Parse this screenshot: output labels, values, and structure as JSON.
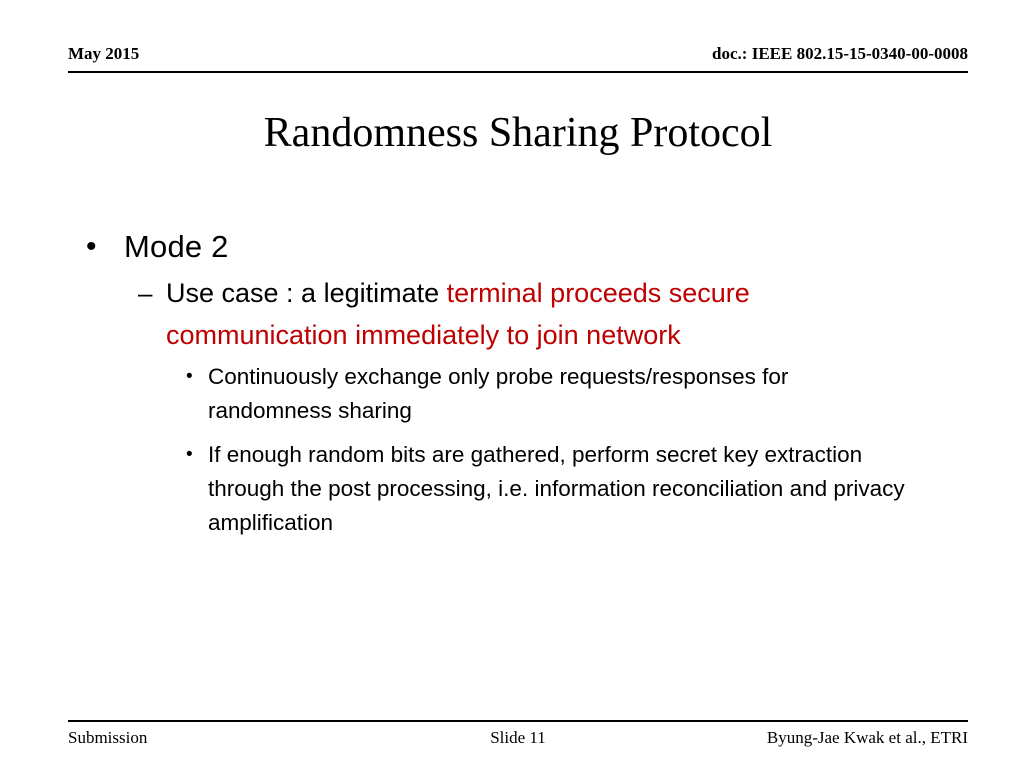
{
  "header": {
    "date": "May 2015",
    "doc_id": "doc.: IEEE 802.15-15-0340-00-0008"
  },
  "title": "Randomness Sharing Protocol",
  "colors": {
    "text": "#000000",
    "highlight_red": "#BE0000",
    "background": "#FFFFFF"
  },
  "body": {
    "level1": {
      "marker": "•",
      "text": "Mode 2"
    },
    "level2": {
      "marker": "–",
      "text_black": "Use case : a legitimate ",
      "text_red": "terminal proceeds secure communication immediately to join network"
    },
    "level3": [
      {
        "marker": "•",
        "text": "Continuously exchange only probe requests/responses for randomness sharing"
      },
      {
        "marker": "•",
        "text": "If enough random bits are gathered, perform secret key extraction through the post processing, i.e. information reconciliation and privacy amplification"
      }
    ]
  },
  "footer": {
    "left": "Submission",
    "center": "Slide 11",
    "right": "Byung-Jae Kwak et al., ETRI"
  }
}
